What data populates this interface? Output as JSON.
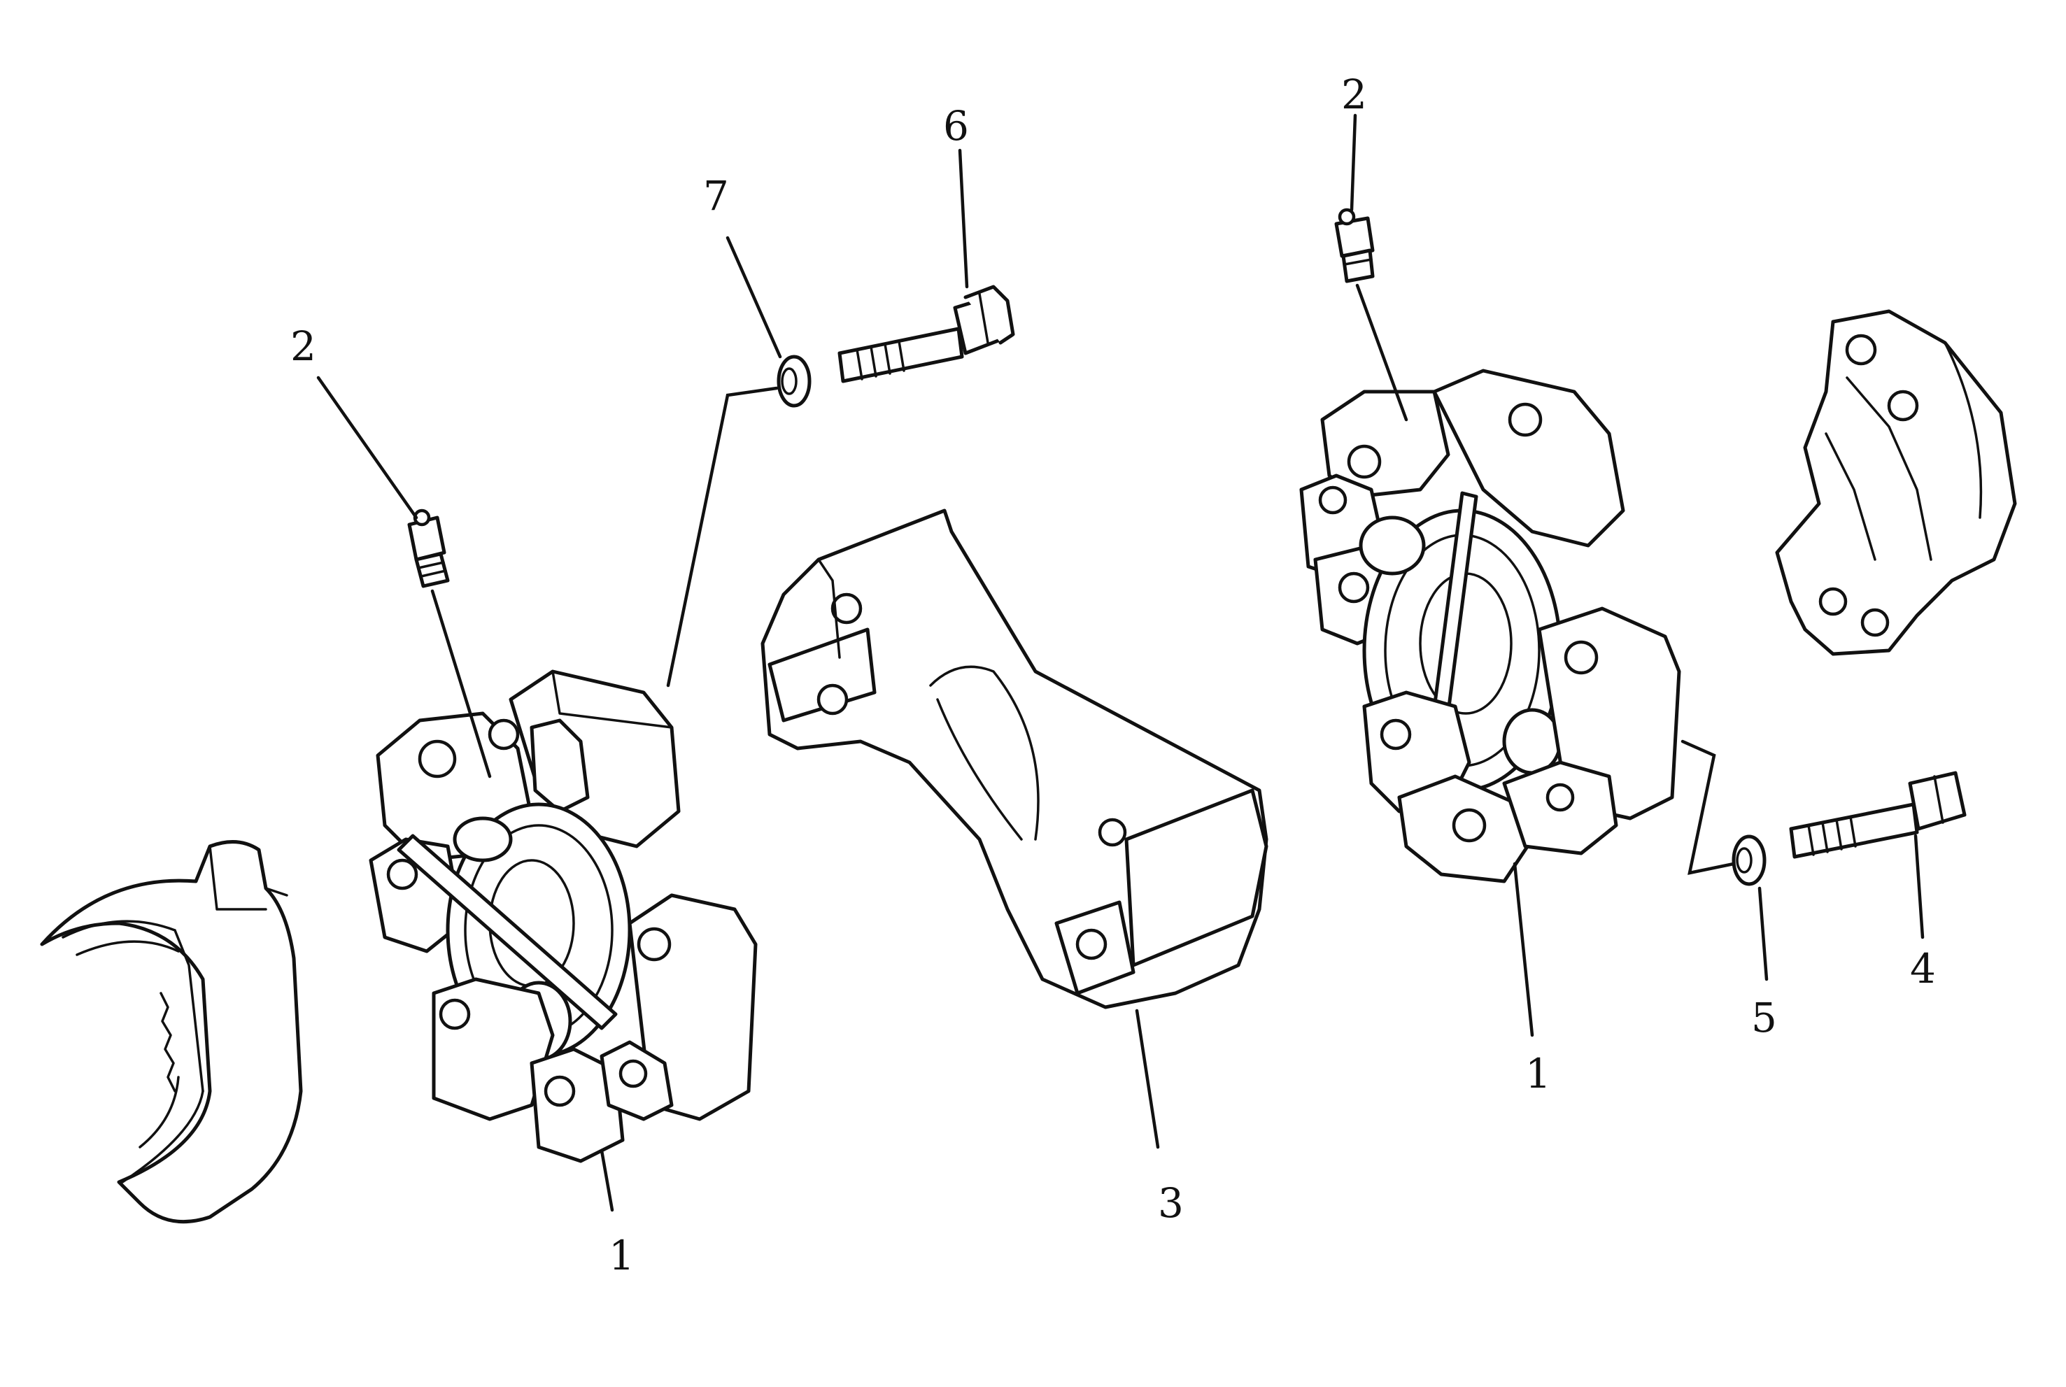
{
  "callouts": [
    {
      "id": "c-1-left",
      "text": "1"
    },
    {
      "id": "c-2-left",
      "text": "2"
    },
    {
      "id": "c-7",
      "text": "7"
    },
    {
      "id": "c-6",
      "text": "6"
    },
    {
      "id": "c-3",
      "text": "3"
    },
    {
      "id": "c-2-right",
      "text": "2"
    },
    {
      "id": "c-1-right",
      "text": "1"
    },
    {
      "id": "c-5",
      "text": "5"
    },
    {
      "id": "c-4",
      "text": "4"
    }
  ]
}
